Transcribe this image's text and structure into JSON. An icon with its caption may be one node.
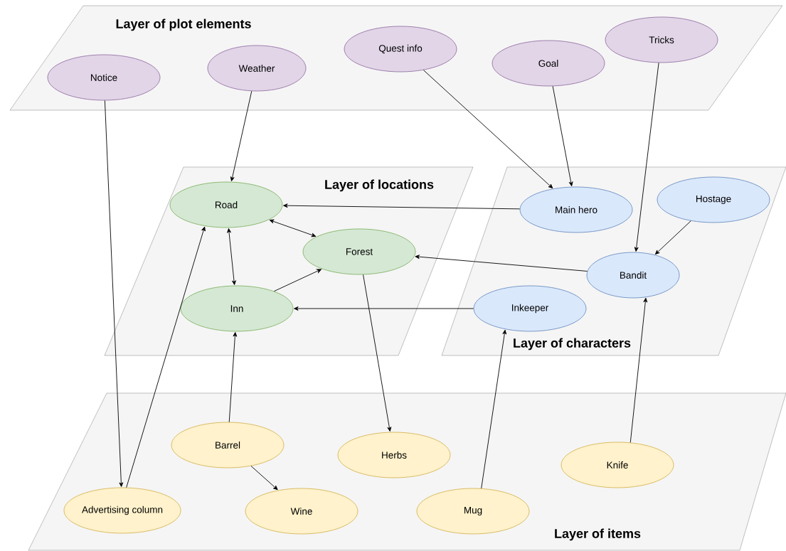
{
  "diagram": {
    "nodes": [
      {
        "text": [
          "Layer of plot elements"
        ]
      },
      {
        "text": [
          "Notice"
        ],
        "in": 0
      },
      {
        "text": [
          "Weather"
        ],
        "in": 0
      },
      {
        "text": [
          "Quest info"
        ],
        "in": 0
      },
      {
        "text": [
          "Goal"
        ],
        "in": 0
      },
      {
        "text": [
          "Tricks"
        ],
        "in": 0
      },
      {
        "text": [
          "Layer of locations"
        ]
      },
      {
        "text": [
          "Road"
        ],
        "in": 6
      },
      {
        "text": [
          "Forest"
        ],
        "in": 6
      },
      {
        "text": [
          "Inn"
        ],
        "in": 6
      },
      {
        "text": [
          "Layer of characters"
        ]
      },
      {
        "text": [
          "Main hero"
        ],
        "in": 10
      },
      {
        "text": [
          "Hostage"
        ],
        "in": 10
      },
      {
        "text": [
          "Bandit"
        ],
        "in": 10
      },
      {
        "text": [
          "Inkeeper"
        ],
        "in": 10
      },
      {
        "text": [
          "Layer of items"
        ]
      },
      {
        "text": [
          "Barrel"
        ],
        "in": 15
      },
      {
        "text": [
          "Herbs"
        ],
        "in": 15
      },
      {
        "text": [
          "Knife"
        ],
        "in": 15
      },
      {
        "text": [
          "Advertising column"
        ],
        "in": 15
      },
      {
        "text": [
          "Wine"
        ],
        "in": 15
      },
      {
        "text": [
          "Mug"
        ],
        "in": 15
      }
    ],
    "edges": [
      {
        "from": 1,
        "to": 19,
        "arrow": "to"
      },
      {
        "from": 2,
        "to": 7,
        "arrow": "to"
      },
      {
        "from": 3,
        "to": 11,
        "arrow": "to"
      },
      {
        "from": 4,
        "to": 11,
        "arrow": "to"
      },
      {
        "from": 5,
        "to": 13,
        "arrow": "to"
      },
      {
        "from": 11,
        "to": 7,
        "arrow": "to"
      },
      {
        "from": 7,
        "to": 8,
        "arrow": "both"
      },
      {
        "from": 7,
        "to": 9,
        "arrow": "both"
      },
      {
        "from": 9,
        "to": 8,
        "arrow": "to"
      },
      {
        "from": 12,
        "to": 13,
        "arrow": "to"
      },
      {
        "from": 13,
        "to": 8,
        "arrow": "to"
      },
      {
        "from": 14,
        "to": 9,
        "arrow": "to"
      },
      {
        "from": 8,
        "to": 17,
        "arrow": "to"
      },
      {
        "from": 16,
        "to": 9,
        "arrow": "to"
      },
      {
        "from": 16,
        "to": 20,
        "arrow": "to"
      },
      {
        "from": 19,
        "to": 7,
        "arrow": "to"
      },
      {
        "from": 21,
        "to": 14,
        "arrow": "to"
      },
      {
        "from": 18,
        "to": 13,
        "arrow": "to"
      }
    ]
  }
}
